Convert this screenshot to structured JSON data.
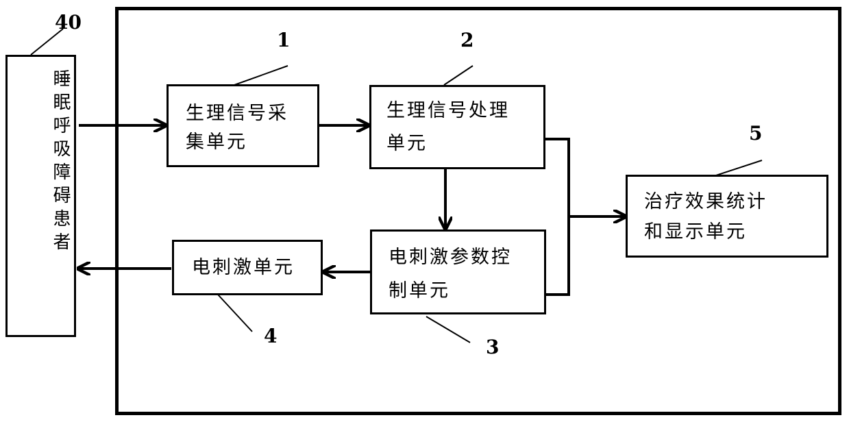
{
  "patient": {
    "ref": "40",
    "label": "睡眠呼吸障碍患者"
  },
  "units": {
    "u1": {
      "ref": "1",
      "line1": "生理信号采",
      "line2": "集单元"
    },
    "u2": {
      "ref": "2",
      "line1": "生理信号处理",
      "line2": "单元"
    },
    "u3": {
      "ref": "3",
      "line1": "电刺激参数控",
      "line2": "制单元"
    },
    "u4": {
      "ref": "4",
      "line1": "电刺激单元"
    },
    "u5": {
      "ref": "5",
      "line1": "治疗效果统计",
      "line2": "和显示单元"
    }
  }
}
